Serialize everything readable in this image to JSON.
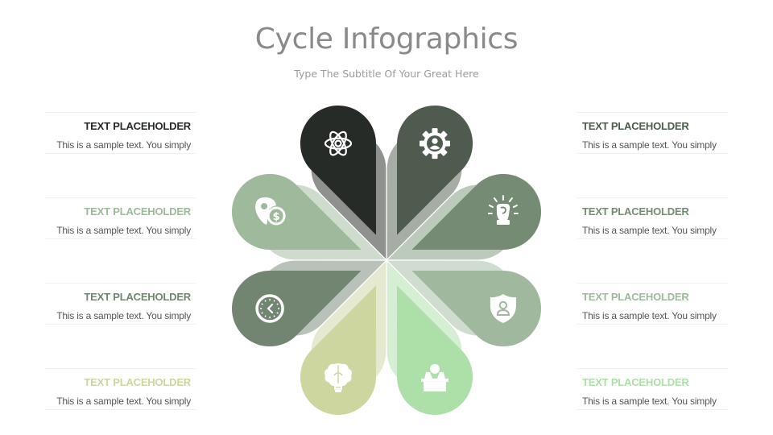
{
  "header": {
    "title": "Cycle Infographics",
    "subtitle": "Type The Subtitle Of Your Great Here"
  },
  "left_items": [
    {
      "title": "TEXT PLACEHOLDER",
      "text": "This is a sample text.  You simply",
      "color": "#272b27"
    },
    {
      "title": "TEXT PLACEHOLDER",
      "text": "This is a sample text.  You simply",
      "color": "#9eb99b"
    },
    {
      "title": "TEXT PLACEHOLDER",
      "text": "This is a sample text.  You simply",
      "color": "#728570"
    },
    {
      "title": "TEXT PLACEHOLDER",
      "text": "This is a sample text.  You simply",
      "color": "#cdd69f"
    }
  ],
  "right_items": [
    {
      "title": "TEXT PLACEHOLDER",
      "text": "This is a sample text.  You simply",
      "color": "#4f5b4f"
    },
    {
      "title": "TEXT PLACEHOLDER",
      "text": "This is a sample text.  You simply",
      "color": "#768b74"
    },
    {
      "title": "TEXT PLACEHOLDER",
      "text": "This is a sample text.  You simply",
      "color": "#a0b99e"
    },
    {
      "title": "TEXT PLACEHOLDER",
      "text": "This is a sample text.  You simply",
      "color": "#addfa9"
    }
  ],
  "petals": [
    {
      "position": "top-left",
      "angle": -22.5,
      "color": "#272b27",
      "shadow": "#8f918f",
      "icon": "atom-icon"
    },
    {
      "position": "top-right",
      "angle": 22.5,
      "color": "#4f5b4f",
      "shadow": "#a6ada5",
      "icon": "gear-user-icon"
    },
    {
      "position": "right-upper",
      "angle": 67.5,
      "color": "#768b74",
      "shadow": "#bccabb",
      "icon": "idea-fist-icon"
    },
    {
      "position": "right-lower",
      "angle": 112.5,
      "color": "#a0b99e",
      "shadow": "#d0dccf",
      "icon": "shield-user-icon"
    },
    {
      "position": "bottom-right",
      "angle": 157.5,
      "color": "#addfa9",
      "shadow": "#d6eed3",
      "icon": "presenter-podium-icon"
    },
    {
      "position": "bottom-left",
      "angle": 202.5,
      "color": "#cdd69f",
      "shadow": "#e4e9cf",
      "icon": "brain-bulb-icon"
    },
    {
      "position": "left-lower",
      "angle": 247.5,
      "color": "#728570",
      "shadow": "#b9c2b8",
      "icon": "clock-icon"
    },
    {
      "position": "left-upper",
      "angle": 292.5,
      "color": "#9eb99b",
      "shadow": "#cfdccd",
      "icon": "location-dollar-icon"
    }
  ]
}
